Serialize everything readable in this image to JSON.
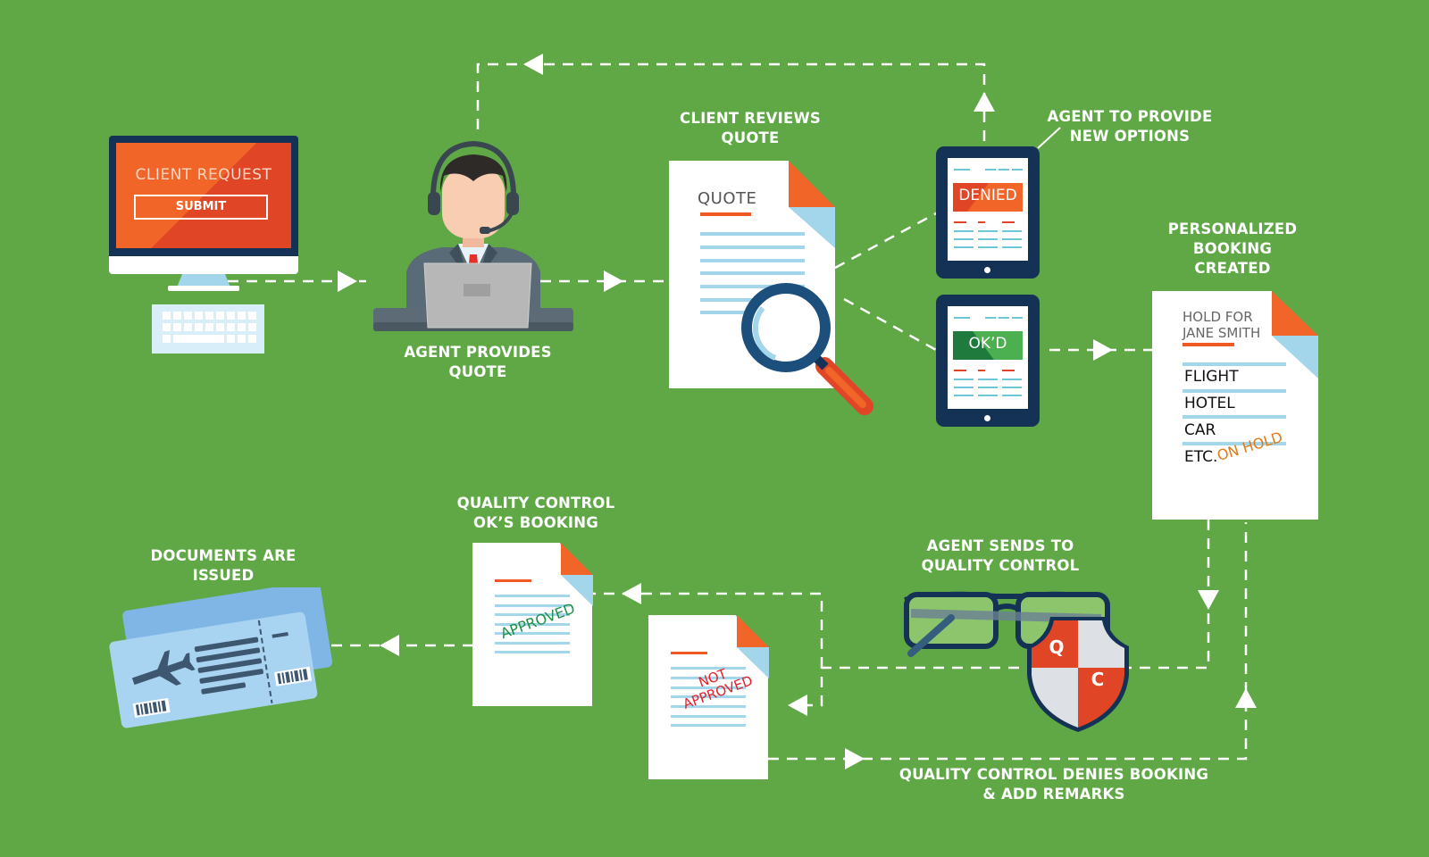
{
  "colors": {
    "background": "#5fa845",
    "orange": "#f26528",
    "red_orange": "#e04526",
    "navy": "#143255",
    "light_blue": "#a3d6ea",
    "white": "#ffffff",
    "approved_green": "#1e9146",
    "not_approved_red": "#e8202a"
  },
  "steps": {
    "client_request": {
      "screen_title": "CLIENT REQUEST",
      "submit_label": "SUBMIT"
    },
    "agent_quote": {
      "label_line1": "AGENT PROVIDES",
      "label_line2": "QUOTE"
    },
    "client_reviews": {
      "label_line1": "CLIENT REVIEWS",
      "label_line2": "QUOTE",
      "doc_title": "QUOTE"
    },
    "new_options": {
      "label_line1": "AGENT TO PROVIDE",
      "label_line2": "NEW OPTIONS",
      "denied_badge": "DENIED",
      "okd_badge": "OK’D"
    },
    "booking_created": {
      "label_line1": "PERSONALIZED",
      "label_line2": "BOOKING",
      "label_line3": "CREATED",
      "doc_title_line1": "HOLD FOR",
      "doc_title_line2": "JANE SMITH",
      "items": [
        "FLIGHT",
        "HOTEL",
        "CAR",
        "ETC."
      ],
      "stamp": "ON HOLD"
    },
    "send_qc": {
      "label_line1": "AGENT SENDS TO",
      "label_line2": "QUALITY CONTROL",
      "shield_letters": [
        "Q",
        "C"
      ]
    },
    "qc_denies": {
      "label_line1": "QUALITY CONTROL DENIES BOOKING",
      "label_line2": "& ADD REMARKS",
      "stamp_line1": "NOT",
      "stamp_line2": "APPROVED"
    },
    "qc_ok": {
      "label_line1": "QUALITY CONTROL",
      "label_line2": "OK’S BOOKING",
      "stamp": "APPROVED"
    },
    "documents_issued": {
      "label_line1": "DOCUMENTS ARE",
      "label_line2": "ISSUED"
    }
  }
}
